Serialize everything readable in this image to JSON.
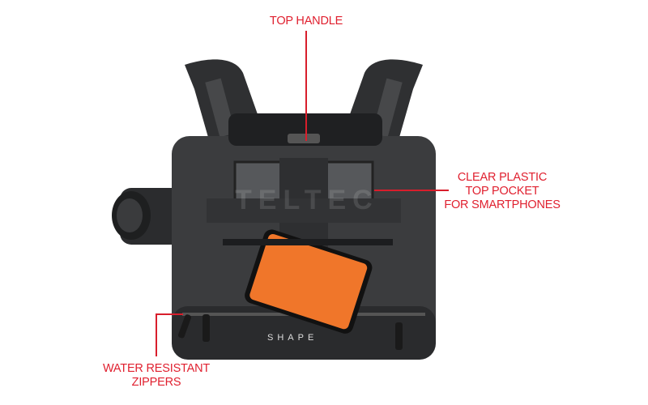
{
  "callouts": {
    "top_handle": "TOP HANDLE",
    "clear_pocket": [
      "CLEAR PLASTIC",
      "TOP POCKET",
      "FOR SMARTPHONES"
    ],
    "zippers": [
      "WATER RESISTANT",
      "ZIPPERS"
    ]
  },
  "logos": {
    "bag_brand": "SHAPE",
    "watermark": "TELTEC"
  },
  "colors": {
    "accent": "#e0202f",
    "bag": "#3a3b3d",
    "phone": "#f0762a"
  }
}
